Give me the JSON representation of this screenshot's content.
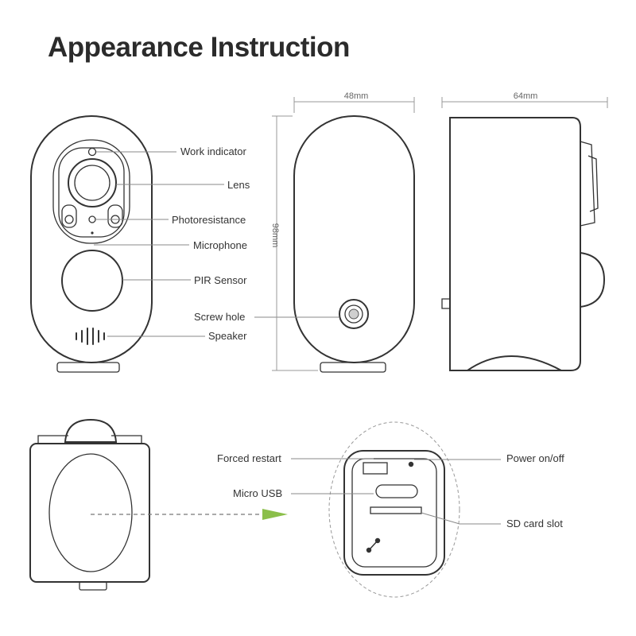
{
  "title": "Appearance Instruction",
  "front_labels": {
    "work_indicator": "Work indicator",
    "lens": "Lens",
    "photoresistance": "Photoresistance",
    "microphone": "Microphone",
    "pir_sensor": "PIR Sensor",
    "screw_hole": "Screw hole",
    "speaker": "Speaker"
  },
  "dimensions": {
    "width": "48mm",
    "depth": "64mm",
    "height": "98mm"
  },
  "back_labels": {
    "forced_restart": "Forced restart",
    "micro_usb": "Micro USB",
    "power": "Power on/off",
    "sd_card": "SD card slot"
  },
  "colors": {
    "line": "#333333",
    "leader": "#888888",
    "arrow": "#8bbf4a"
  }
}
